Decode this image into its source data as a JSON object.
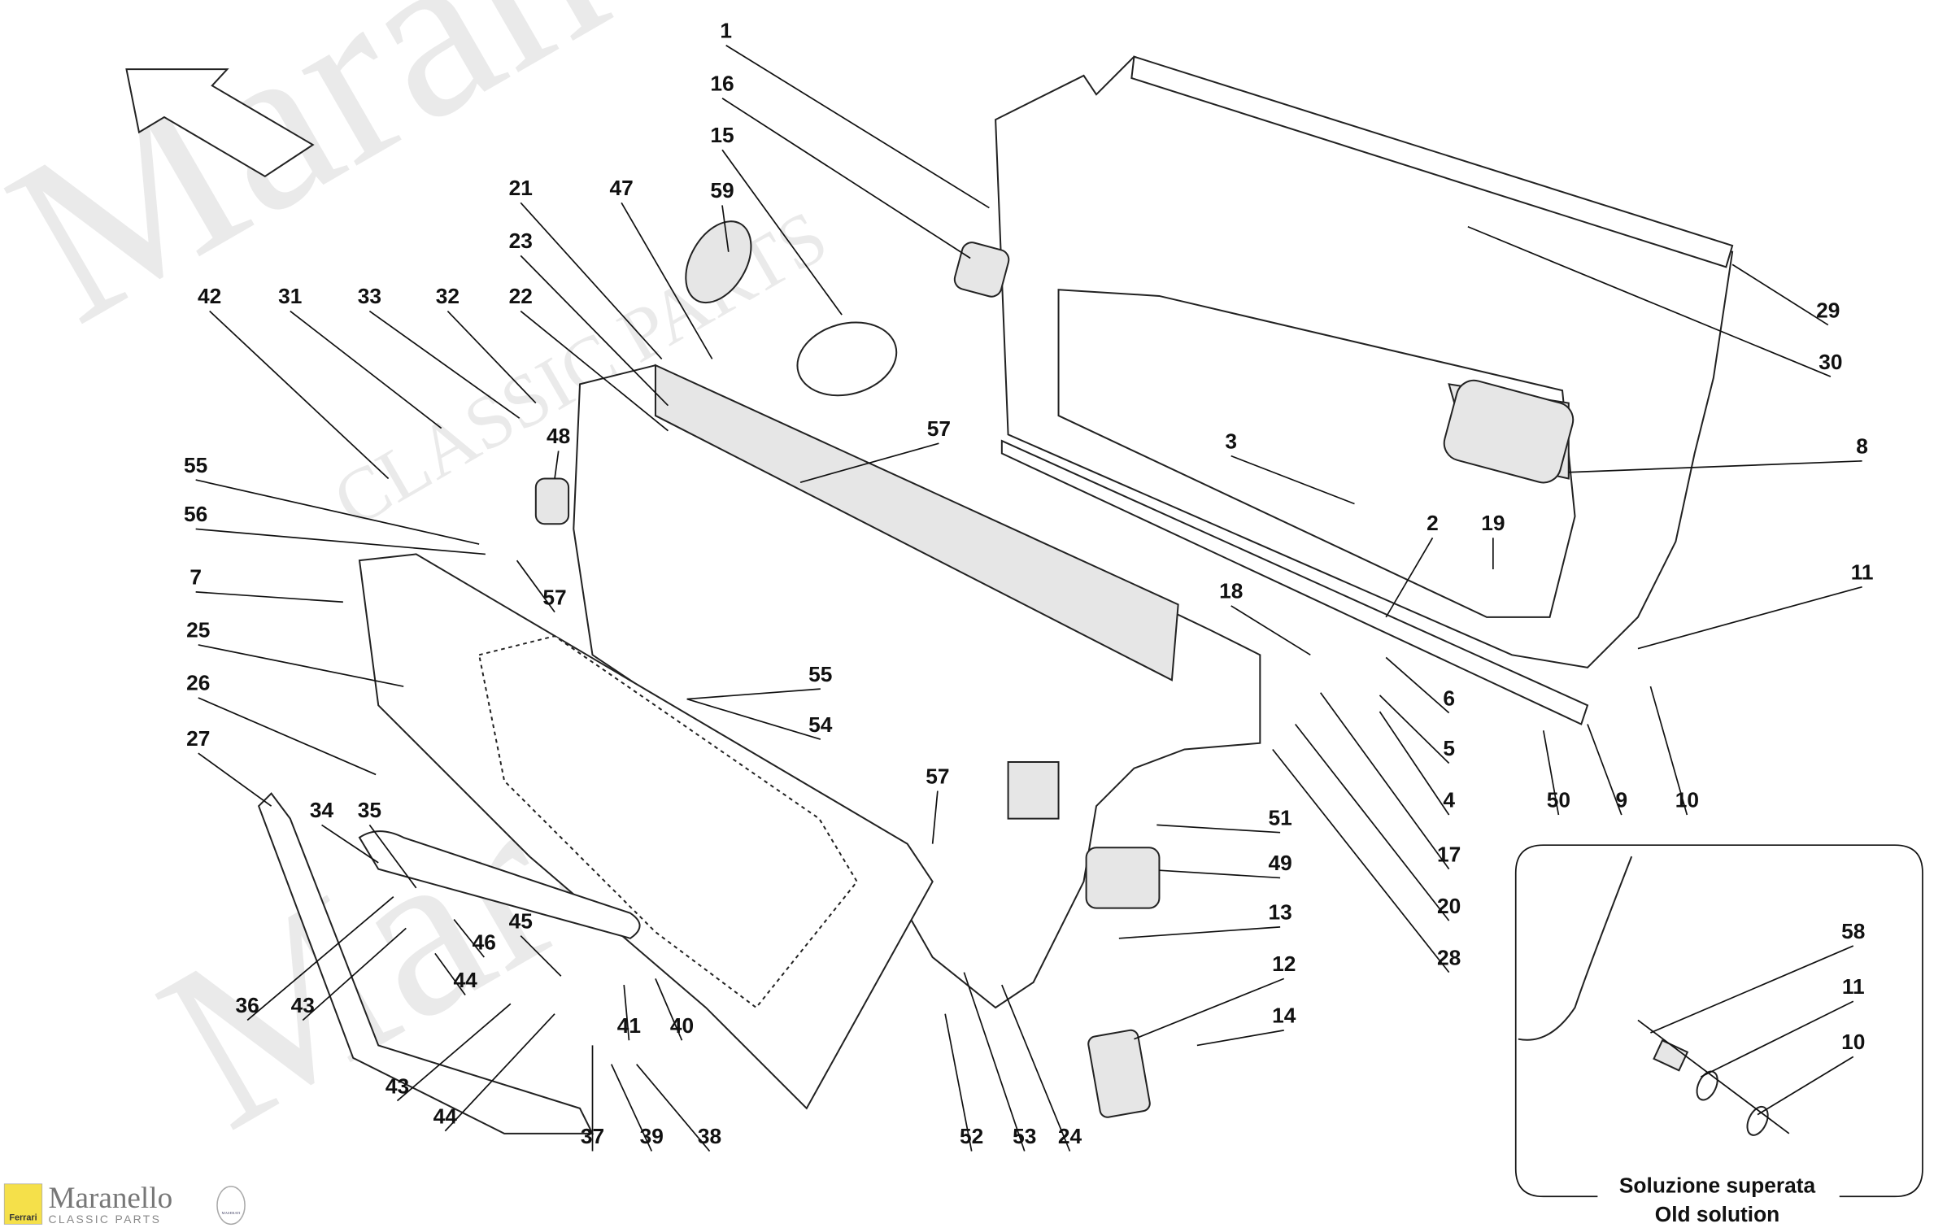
{
  "diagram": {
    "callouts": [
      "1",
      "16",
      "15",
      "59",
      "21",
      "47",
      "23",
      "22",
      "42",
      "31",
      "33",
      "32",
      "57",
      "48",
      "55",
      "56",
      "57",
      "7",
      "25",
      "26",
      "27",
      "3",
      "2",
      "19",
      "18",
      "6",
      "5",
      "4",
      "17",
      "20",
      "28",
      "50",
      "9",
      "10",
      "11",
      "8",
      "29",
      "30",
      "55",
      "54",
      "57",
      "51",
      "49",
      "13",
      "12",
      "14",
      "34",
      "35",
      "45",
      "46",
      "44",
      "36",
      "43",
      "41",
      "40",
      "43",
      "44",
      "37",
      "39",
      "38",
      "52",
      "53",
      "24"
    ],
    "inset": {
      "callouts": [
        "58",
        "11",
        "10"
      ],
      "caption_it": "Soluzione superata",
      "caption_en": "Old solution"
    }
  },
  "watermark": {
    "brand": "Maranello",
    "sub": "CLASSIC PARTS"
  },
  "logo": {
    "brand": "Maranello",
    "sub": "CLASSIC PARTS",
    "ferrari": "Ferrari",
    "maserati": "MASERATI"
  },
  "colors": {
    "line": "#111111",
    "watermark": "#d9d9d9",
    "ferrari_yellow": "#f5e04a",
    "maserati_red": "#d9534f"
  }
}
